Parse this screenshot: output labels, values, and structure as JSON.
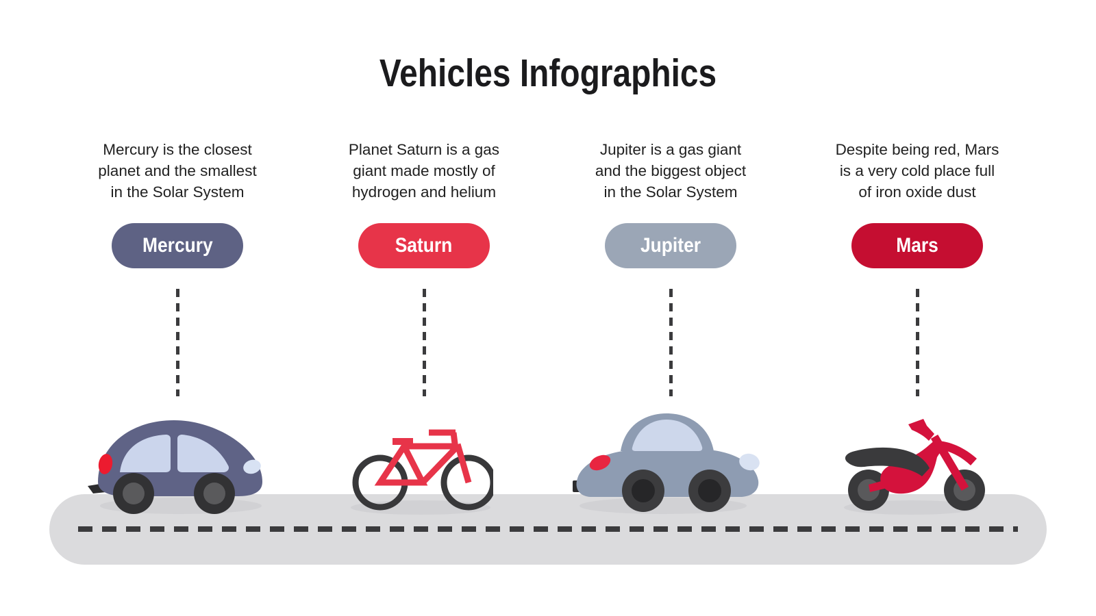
{
  "title": "Vehicles Infographics",
  "columns": [
    {
      "name": "mercury",
      "description_lines": [
        "Mercury is the closest",
        "planet and the smallest",
        "in the Solar System"
      ],
      "label": "Mercury",
      "pill_color": "#5E6284",
      "vehicle": "car",
      "vehicle_color": "#5F6386"
    },
    {
      "name": "saturn",
      "description_lines": [
        "Planet Saturn is a gas",
        "giant made mostly of",
        "hydrogen and helium"
      ],
      "label": "Saturn",
      "pill_color": "#E73449",
      "vehicle": "bicycle",
      "vehicle_color": "#E73449"
    },
    {
      "name": "jupiter",
      "description_lines": [
        "Jupiter is a gas giant",
        "and the biggest object",
        "in the Solar System"
      ],
      "label": "Jupiter",
      "pill_color": "#9BA6B6",
      "vehicle": "car",
      "vehicle_color": "#8E9CB2"
    },
    {
      "name": "mars",
      "description_lines": [
        "Despite being red, Mars",
        "is a very cold place full",
        "of iron oxide dust"
      ],
      "label": "Mars",
      "pill_color": "#C50E31",
      "vehicle": "motorcycle",
      "vehicle_color": "#D4123C"
    }
  ],
  "road": {
    "color": "#DBDBDD",
    "center_line_color": "#3B3B3D"
  },
  "connector_color": "#3B3B3D",
  "background_color": "#FFFFFF",
  "text_color": "#212121"
}
